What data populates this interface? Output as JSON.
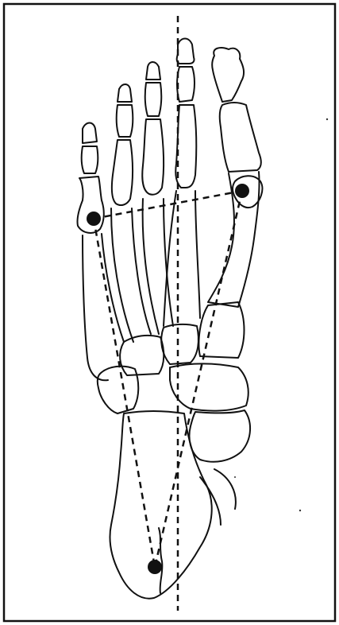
{
  "figure": {
    "subject": "foot-skeleton-dorsal-view",
    "line_color": "#111111",
    "background": "#ffffff",
    "landmarks": [
      {
        "name": "fifth-metatarsal-head-marker"
      },
      {
        "name": "first-metatarsal-head-marker"
      },
      {
        "name": "heel-marker"
      }
    ],
    "reference_lines": [
      {
        "name": "metatarsal-head-line",
        "style": "dashed"
      },
      {
        "name": "lateral-axis-line",
        "style": "dashed"
      },
      {
        "name": "medial-axis-line",
        "style": "dashed"
      },
      {
        "name": "vertical-midline",
        "style": "dashed"
      }
    ]
  }
}
